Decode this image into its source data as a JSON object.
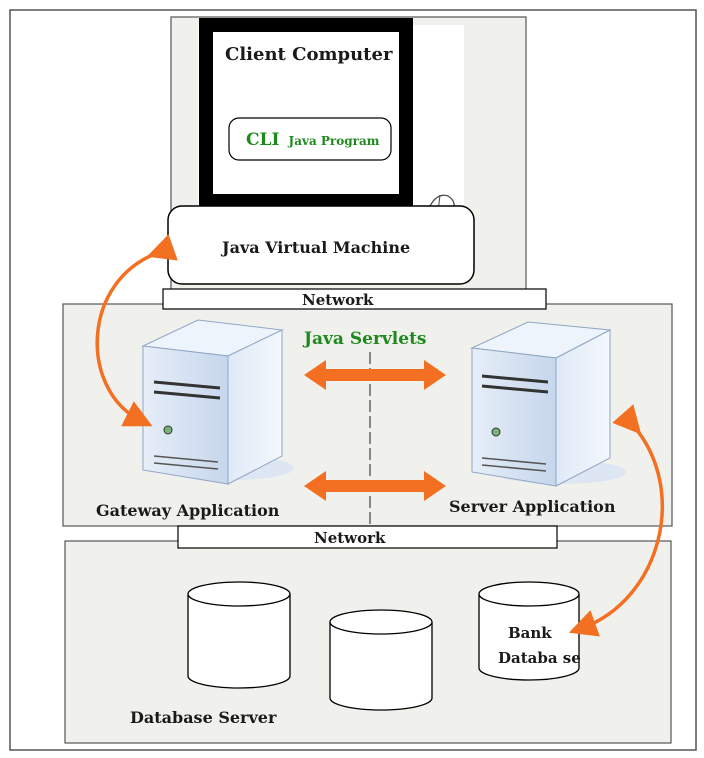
{
  "client": {
    "title": "Client Computer",
    "cli_bold": "CLI",
    "cli_program": "Java Program",
    "jvm": "Java Virtual Machine"
  },
  "network_top": "Network",
  "network_bottom": "Network",
  "middle": {
    "servlets": "Java Servlets",
    "gateway": "Gateway Application",
    "server": "Server Application"
  },
  "db": {
    "bank_line1": "Bank",
    "bank_line2": "Databa se",
    "server_label": "Database Server"
  },
  "colors": {
    "arrow": "#f36f21",
    "green_text": "#1e8a1e",
    "panel_fill": "#f0f0ec",
    "server_blue": "#cfe0f5",
    "screen_black": "#000000"
  }
}
